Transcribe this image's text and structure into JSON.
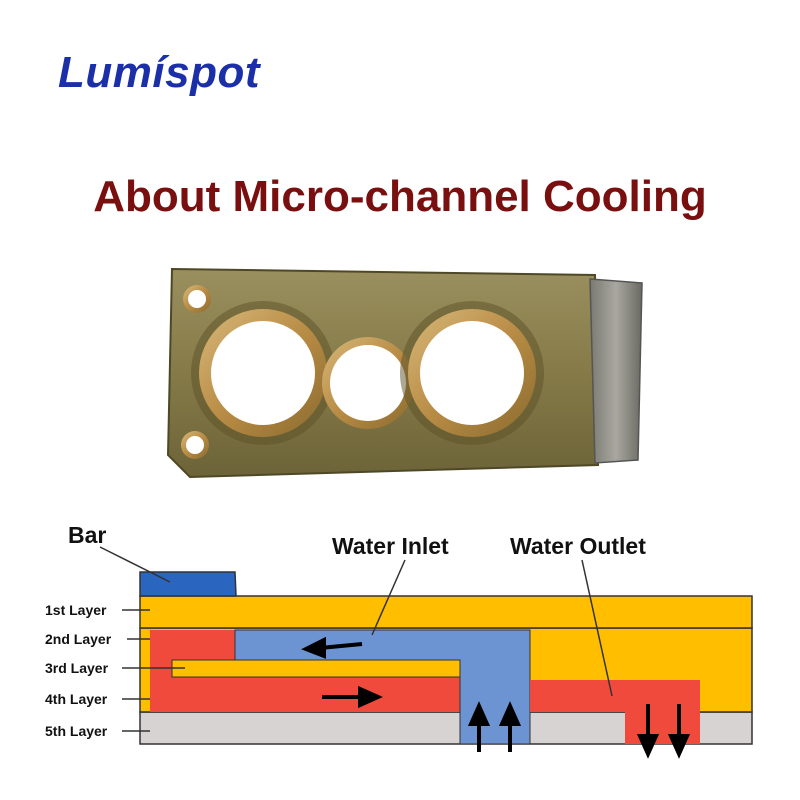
{
  "brand": {
    "logo_text": "Lumíspot",
    "logo_color": "#1b2fa8"
  },
  "heading": {
    "title": "About Micro-channel Cooling",
    "color": "#7a0f0f"
  },
  "photo": {
    "subject": "micro-channel-cooler-block"
  },
  "diagram": {
    "bar_label": "Bar",
    "water_inlet_label": "Water Inlet",
    "water_outlet_label": "Water Outlet",
    "layers": [
      "1st Layer",
      "2nd Layer",
      "3rd Layer",
      "4th Layer",
      "5th Layer"
    ],
    "colors": {
      "bar": "#2a65c0",
      "copper_yellow": "#ffbe00",
      "hot_red": "#f04a3c",
      "water_blue": "#6c94d2",
      "base_gray": "#d7d3d2"
    }
  }
}
